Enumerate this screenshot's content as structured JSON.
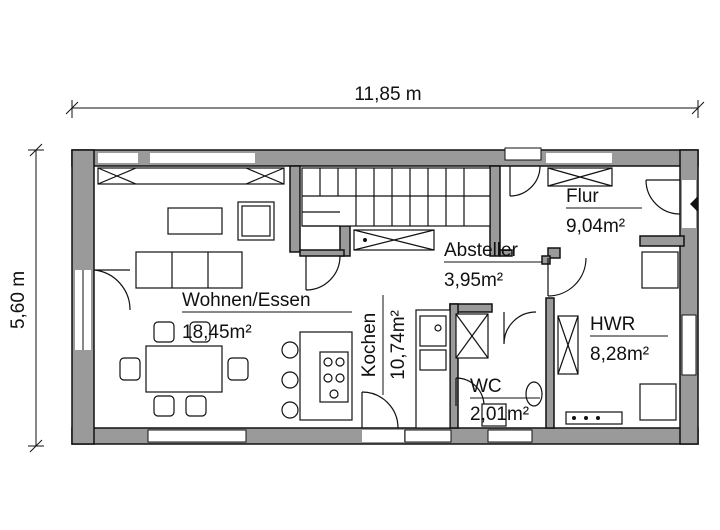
{
  "dimensions": {
    "width": "11,85 m",
    "height": "5,60 m"
  },
  "rooms": {
    "wohnen": {
      "name": "Wohnen/Essen",
      "area": "18,45m²"
    },
    "kochen": {
      "name": "Kochen",
      "area": "10,74m²"
    },
    "abstellraum": {
      "name": "Absteller",
      "area": "3,95m²"
    },
    "flur": {
      "name": "Flur",
      "area": "9,04m²"
    },
    "hwr": {
      "name": "HWR",
      "area": "8,28m²"
    },
    "wc": {
      "name": "WC",
      "area": "2,01m²"
    }
  },
  "colors": {
    "wall": "#9a9a9a",
    "line": "#111111"
  }
}
